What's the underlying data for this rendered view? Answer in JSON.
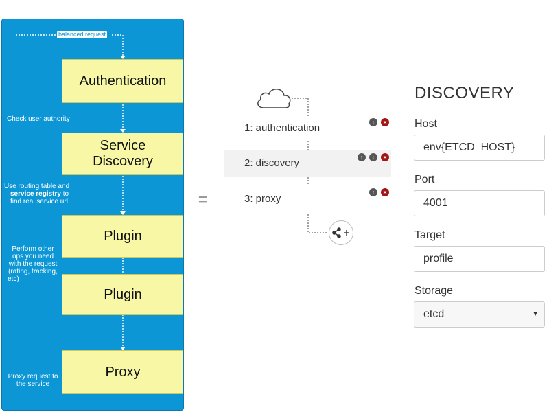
{
  "flow": {
    "request_label": "balanced request",
    "boxes": {
      "authentication": "Authentication",
      "service_discovery_line1": "Service",
      "service_discovery_line2": "Discovery",
      "plugin1": "Plugin",
      "plugin2": "Plugin",
      "proxy": "Proxy"
    },
    "separator": "• • •",
    "notes": {
      "auth": "Check user authority",
      "routing_1": "Use routing table  and",
      "routing_2_bold": "service registry",
      "routing_2_rest": " to",
      "routing_3": "find real service url",
      "plugin_1": "Perform other",
      "plugin_2": "ops you need",
      "plugin_3": "with the request",
      "plugin_4": "(rating, tracking,",
      "plugin_5": "etc)",
      "proxy_1": "Proxy request to",
      "proxy_2": "the service"
    },
    "colors": {
      "panel": "#0c96d6",
      "box": "#f7f7a5"
    }
  },
  "equals": "=",
  "pipeline": {
    "steps": [
      {
        "label": "1: authentication",
        "controls": [
          "down",
          "delete"
        ]
      },
      {
        "label": "2: discovery",
        "controls": [
          "up",
          "down",
          "delete"
        ]
      },
      {
        "label": "3: proxy",
        "controls": [
          "up",
          "delete"
        ]
      }
    ],
    "icons": {
      "source": "cloud-icon",
      "add": "share-plus-icon"
    }
  },
  "form": {
    "title": "DISCOVERY",
    "host": {
      "label": "Host",
      "value": "env{ETCD_HOST}"
    },
    "port": {
      "label": "Port",
      "value": "4001"
    },
    "target": {
      "label": "Target",
      "value": "profile"
    },
    "storage": {
      "label": "Storage",
      "value": "etcd"
    }
  }
}
